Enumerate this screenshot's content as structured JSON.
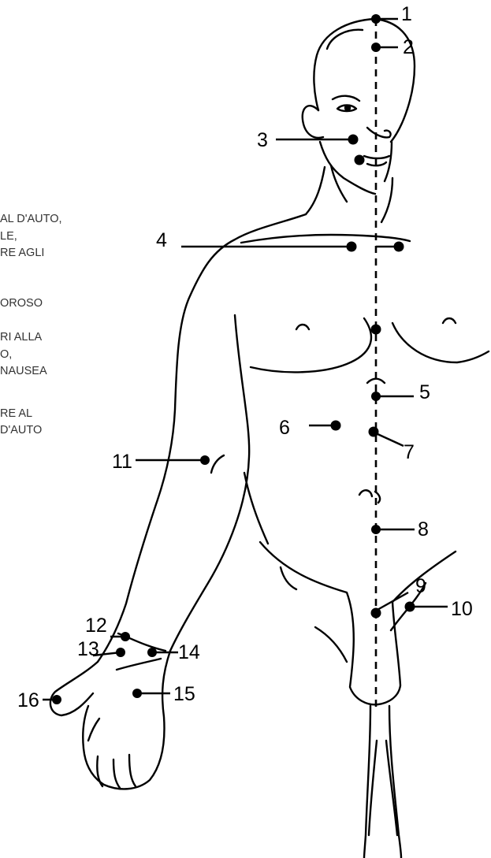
{
  "side_text": {
    "blocks": [
      [
        "AL D'AUTO,",
        "LE,",
        "RE AGLI"
      ],
      [
        "OROSO"
      ],
      [
        "RI ALLA",
        "O,",
        "NAUSEA"
      ],
      [
        "RE AL",
        "D'AUTO"
      ]
    ]
  },
  "points": [
    {
      "label": "1"
    },
    {
      "label": "2"
    },
    {
      "label": "3"
    },
    {
      "label": "4"
    },
    {
      "label": "5"
    },
    {
      "label": "6"
    },
    {
      "label": "7"
    },
    {
      "label": "8"
    },
    {
      "label": "9"
    },
    {
      "label": "10"
    },
    {
      "label": "11"
    },
    {
      "label": "12"
    },
    {
      "label": "13"
    },
    {
      "label": "14"
    },
    {
      "label": "15"
    },
    {
      "label": "16"
    }
  ]
}
